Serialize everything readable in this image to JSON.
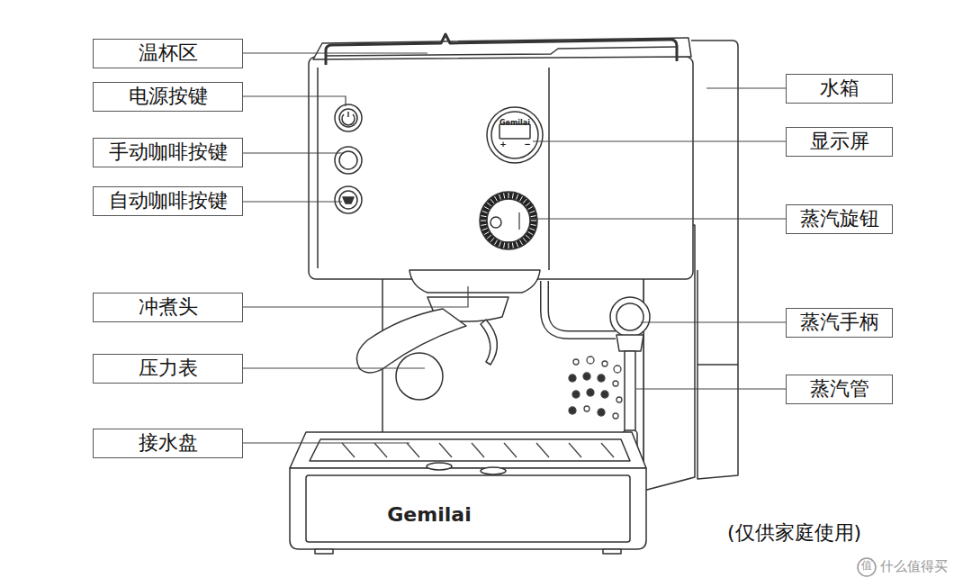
{
  "diagram": {
    "nodes": [
      {
        "text": [
          "温杯区"
        ]
      },
      {
        "text": [
          "电源按键"
        ]
      },
      {
        "text": [
          "手动咖啡按键"
        ]
      },
      {
        "text": [
          "自动咖啡按键"
        ]
      },
      {
        "text": [
          "冲煮头"
        ]
      },
      {
        "text": [
          "压力表"
        ]
      },
      {
        "text": [
          "接水盘"
        ]
      },
      {
        "text": [
          "水箱"
        ]
      },
      {
        "text": [
          "显示屏"
        ]
      },
      {
        "text": [
          "蒸汽旋钮"
        ]
      },
      {
        "text": [
          "蒸汽手柄"
        ]
      },
      {
        "text": [
          "蒸汽管"
        ]
      }
    ],
    "labels": [
      "Gemilai",
      "+",
      "−",
      "Gemilai",
      "(仅供家庭使用)",
      "值",
      "什么值得买"
    ]
  }
}
